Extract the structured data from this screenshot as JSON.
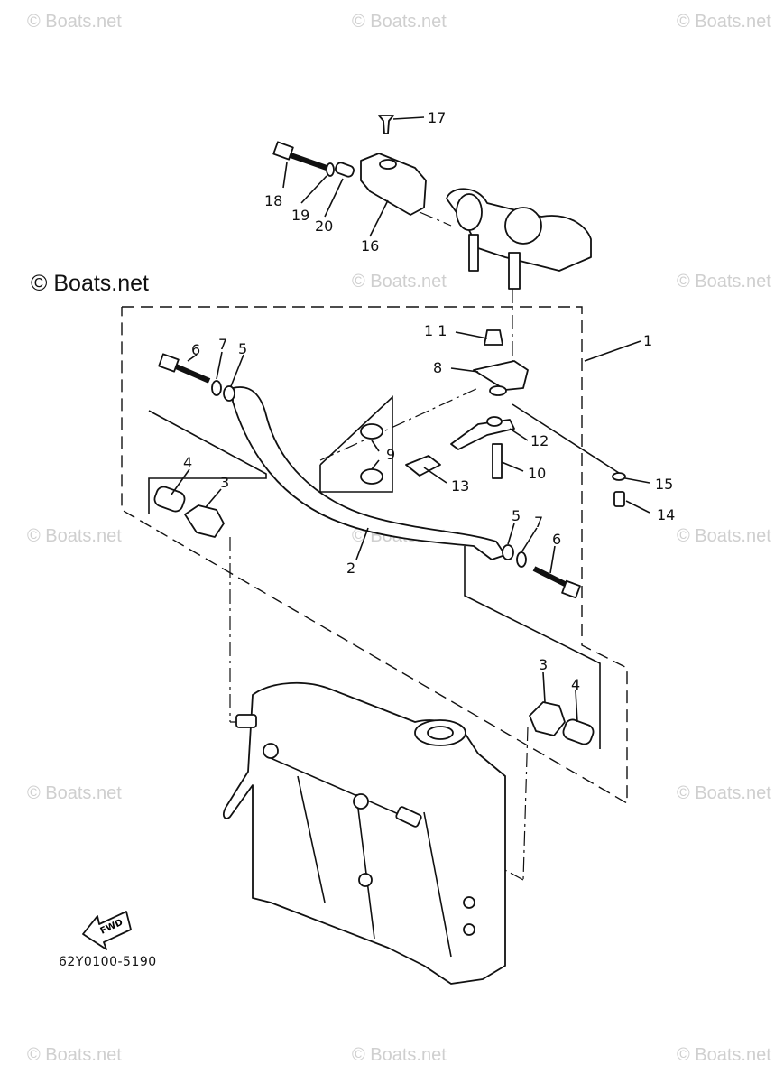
{
  "watermark": "© Boats.net",
  "brand_label": "© Boats.net",
  "diagram_code": "62Y0100-5190",
  "fwd_label": "FWD",
  "callouts": {
    "c1": "1",
    "c2": "2",
    "c3a": "3",
    "c3b": "3",
    "c4a": "4",
    "c4b": "4",
    "c5a": "5",
    "c5b": "5",
    "c6a": "6",
    "c6b": "6",
    "c7a": "7",
    "c7b": "7",
    "c8": "8",
    "c9": "9",
    "c10": "10",
    "c11": "1 1",
    "c12": "12",
    "c13": "13",
    "c14": "14",
    "c15": "15",
    "c16": "16",
    "c17": "17",
    "c18": "18",
    "c19": "19",
    "c20": "20"
  }
}
